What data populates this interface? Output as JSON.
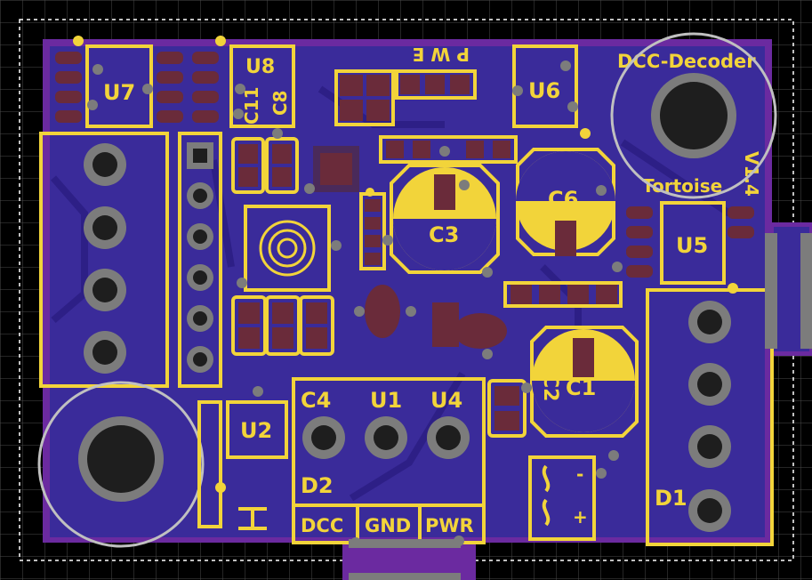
{
  "board": {
    "title": "DCC-Decoder",
    "version": "V1.4",
    "subtitle": "Tortoise",
    "colors": {
      "background": "#000000",
      "grid": "#4a4a4a",
      "board": "#3a2b9a",
      "outline": "#6b2aa0",
      "silk": "#f2d43a",
      "pad": "#6a2b3a",
      "via": "#7c7c7c"
    }
  },
  "labels": {
    "pwe": "P W E",
    "u7": "U7",
    "u8": "U8",
    "c11": "C11",
    "c8": "C8",
    "u6": "U6",
    "c3": "C3",
    "c6": "C6",
    "u5": "U5",
    "u2": "U2",
    "c4": "C4",
    "u1": "U1",
    "u4": "U4",
    "d2": "D2",
    "c1": "C1",
    "c2": "C2",
    "d1": "D1",
    "dcc": "DCC",
    "gnd": "GND",
    "pwr": "PWR"
  },
  "icons": {
    "mounting_hole_top_right": "mounting-hole-icon",
    "mounting_hole_bottom_left": "mounting-hole-icon",
    "tactile_switch": "tactile-switch-icon"
  }
}
